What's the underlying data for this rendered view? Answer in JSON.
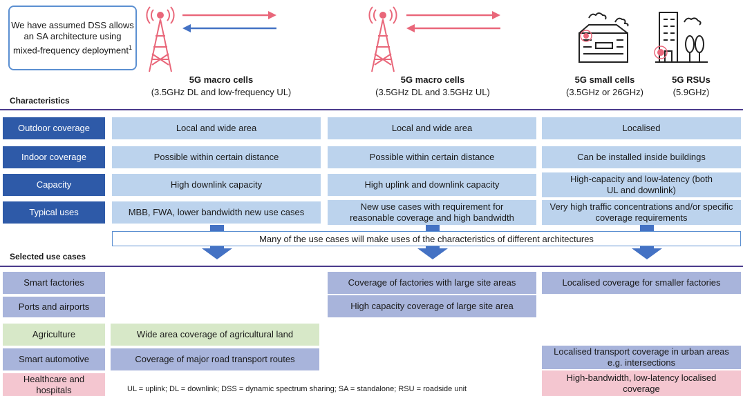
{
  "note": {
    "text": "We have assumed DSS allows an SA architecture using mixed-frequency deployment",
    "sup": "1"
  },
  "columns": [
    {
      "title": "5G macro cells",
      "subtitle": "(3.5GHz DL and low-frequency UL)"
    },
    {
      "title": "5G macro cells",
      "subtitle": "(3.5GHz DL and 3.5GHz UL)"
    },
    {
      "title": "5G small cells",
      "subtitle": "(3.5GHz or 26GHz)"
    },
    {
      "title": "5G RSUs",
      "subtitle": "(5.9GHz)"
    }
  ],
  "characteristics_label": "Characteristics",
  "characteristics": [
    {
      "label": "Outdoor coverage",
      "values": [
        "Local and wide area",
        "Local and wide area",
        "Localised"
      ]
    },
    {
      "label": "Indoor coverage",
      "values": [
        "Possible within certain distance",
        "Possible within certain distance",
        "Can be installed inside buildings"
      ]
    },
    {
      "label": "Capacity",
      "values": [
        "High downlink capacity",
        "High uplink and downlink capacity",
        "High-capacity and low-latency (both UL and downlink)"
      ]
    },
    {
      "label": "Typical uses",
      "values": [
        "MBB, FWA, lower bandwidth new use cases",
        "New use cases with requirement for reasonable coverage and high bandwidth",
        "Very high traffic concentrations and/or specific coverage requirements"
      ]
    }
  ],
  "banner": "Many of the use cases will make uses of the characteristics of different architectures",
  "use_cases_label": "Selected use cases",
  "use_cases": [
    {
      "label": "Smart factories",
      "c1": "",
      "c2": "Coverage of factories with large site areas",
      "c3": "Localised coverage for smaller factories"
    },
    {
      "label": "Ports and airports",
      "c1": "",
      "c2": "High capacity coverage of large site area",
      "c3": ""
    },
    {
      "label": "Agriculture",
      "c1": "Wide area coverage of agricultural land",
      "c2": "",
      "c3": ""
    },
    {
      "label": "Smart automotive",
      "c1": "Coverage of major road transport routes",
      "c2": "",
      "c3": "Localised transport coverage in urban areas e.g. intersections"
    },
    {
      "label": "Healthcare and hospitals",
      "c1": "",
      "c2": "",
      "c3": "High-bandwidth, low-latency localised coverage"
    }
  ],
  "footnote": "UL = uplink; DL = downlink; DSS = dynamic spectrum sharing; SA = standalone; RSU = roadside unit",
  "colors": {
    "header": "#2e5aa8",
    "blue": "#bcd3ed",
    "purple": "#a8b4db",
    "green": "#d7e8c8",
    "pink": "#f4c6d0",
    "tower": "#e9677a",
    "arrow_blue": "#4472c4"
  }
}
